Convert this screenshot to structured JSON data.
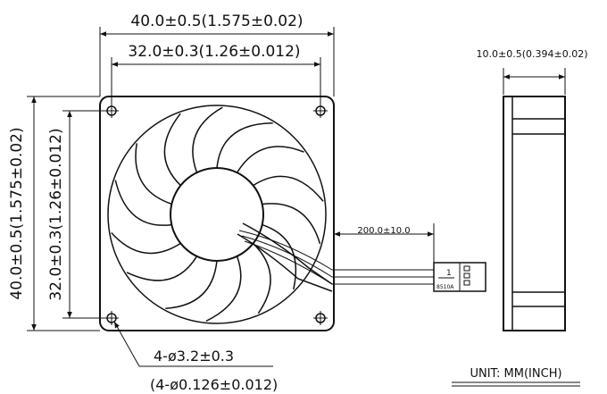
{
  "dimensions": {
    "overall_width": "40.0±0.5(1.575±0.02)",
    "hole_spacing_width": "32.0±0.3(1.26±0.012)",
    "overall_height": "40.0±0.5(1.575±0.02)",
    "hole_spacing_height": "32.0±0.3(1.26±0.012)",
    "thickness": "10.0±0.5(0.394±0.02)",
    "cable_length": "200.0±10.0",
    "hole_diameter_mm": "4-ø3.2±0.3",
    "hole_diameter_inch": "(4-ø0.126±0.012)"
  },
  "connector": {
    "pin_mark": "1",
    "model_label": "8510A"
  },
  "units_label": "UNIT:  MM(INCH)"
}
